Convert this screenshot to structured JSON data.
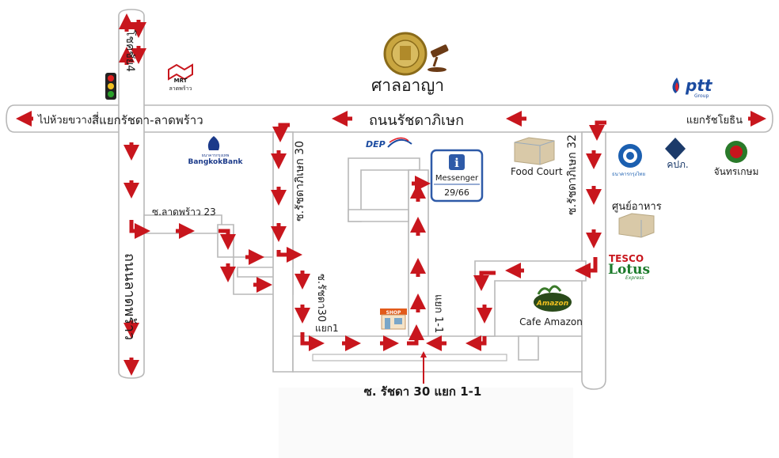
{
  "places": {
    "court": "ศาลอาญา",
    "intersection": "สี่แยกรัชดา-ลาดพร้าว",
    "to_huai_khwang": "ไปห้วยขวาง",
    "main_road": "ถนนรัชดาภิเษก",
    "yothin": "แยกรัชโยธิน",
    "chokchai": "โชคชัย4",
    "lat_phrao_road": "ถนนลาดพร้าว",
    "soi_lp23": "ซ.ลาดพร้าว 23",
    "soi_30": "ซ.รัชดาภิเษก 30",
    "soi_32": "ซ.รัชดาภิเษก 32",
    "soi_30_v": "ซ.รัชดา30",
    "yaek1": "แยก1",
    "yaek11": "แยก 1-1",
    "destination": "ซ. รัชดา 30 แยก 1-1",
    "food_court": "Food Court",
    "food_court_th": "ศูนย์อาหาร",
    "cafe": "Cafe Amazon",
    "kasikorn": "จันทรเกษม"
  },
  "marker": {
    "title": "Messenger",
    "number": "29/66"
  },
  "logos": {
    "mrt": "MRT",
    "mrt_sub": "ลาดพร้าว",
    "bbl_th": "ธนาคารกรุงเทพ",
    "bbl": "BangkokBank",
    "dep": "DEP",
    "ptt": "ptt",
    "ptt_sub": "Group",
    "ktb": "ธนาคารกรุงไทย",
    "kpp": "คปภ.",
    "shop": "SHOP",
    "tesco": "TESCO",
    "lotus": "Lotus",
    "express": "Express",
    "amazon": "Amazon"
  },
  "colors": {
    "arrow": "#c8161d",
    "road_border": "#b8b8b8",
    "marker": "#2e5aa8"
  }
}
